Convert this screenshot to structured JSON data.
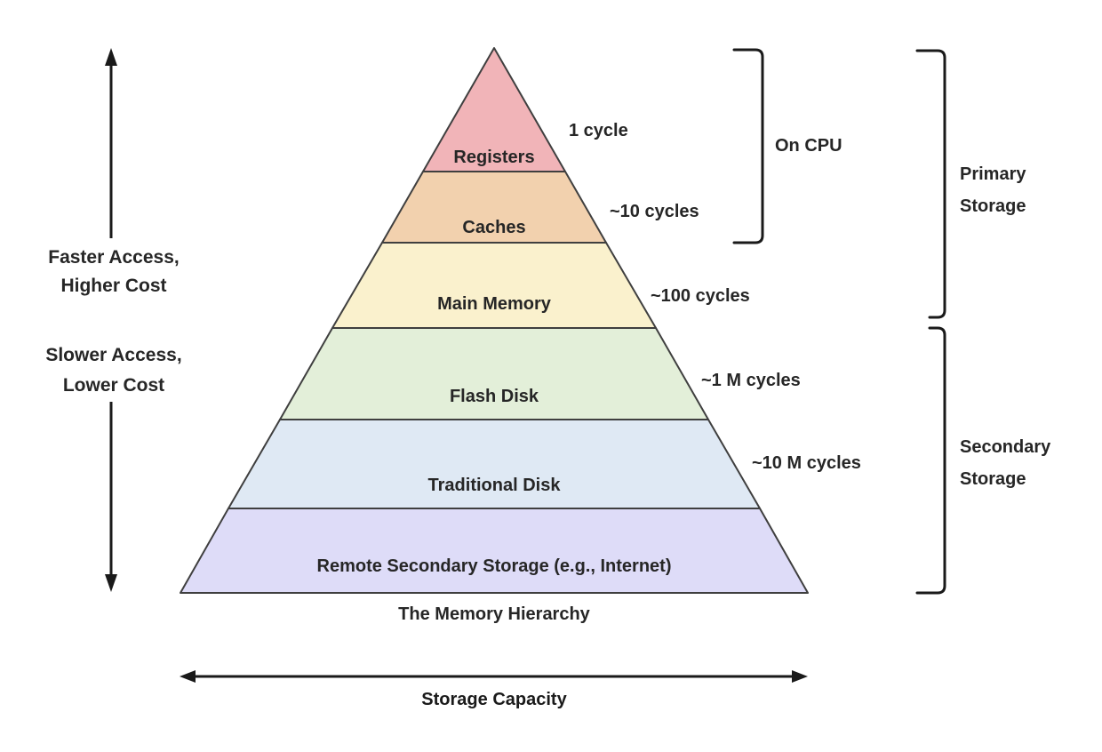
{
  "diagram": {
    "caption": "The Memory Hierarchy",
    "capacity_label": "Storage Capacity",
    "text_color": "#262626",
    "outline_color": "#3f3f3f",
    "annotation_color": "#1a1a1a"
  },
  "levels": [
    {
      "name": "Registers",
      "cycles": "1 cycle",
      "color": "#f1b4b8"
    },
    {
      "name": "Caches",
      "cycles": "~10 cycles",
      "color": "#f2d1ae"
    },
    {
      "name": "Main Memory",
      "cycles": "~100 cycles",
      "color": "#faf1cd"
    },
    {
      "name": "Flash Disk",
      "cycles": "~1 M cycles",
      "color": "#e3efd9"
    },
    {
      "name": "Traditional Disk",
      "cycles": "~10 M cycles",
      "color": "#dfe9f4"
    },
    {
      "name": "Remote Secondary Storage (e.g., Internet)",
      "color": "#dedcf8"
    }
  ],
  "left_annotations": {
    "faster_line1": "Faster Access,",
    "faster_line2": "Higher Cost",
    "slower_line1": "Slower Access,",
    "slower_line2": "Lower Cost"
  },
  "right_annotations": {
    "on_cpu": "On CPU",
    "primary_line1": "Primary",
    "primary_line2": "Storage",
    "secondary_line1": "Secondary",
    "secondary_line2": "Storage"
  }
}
